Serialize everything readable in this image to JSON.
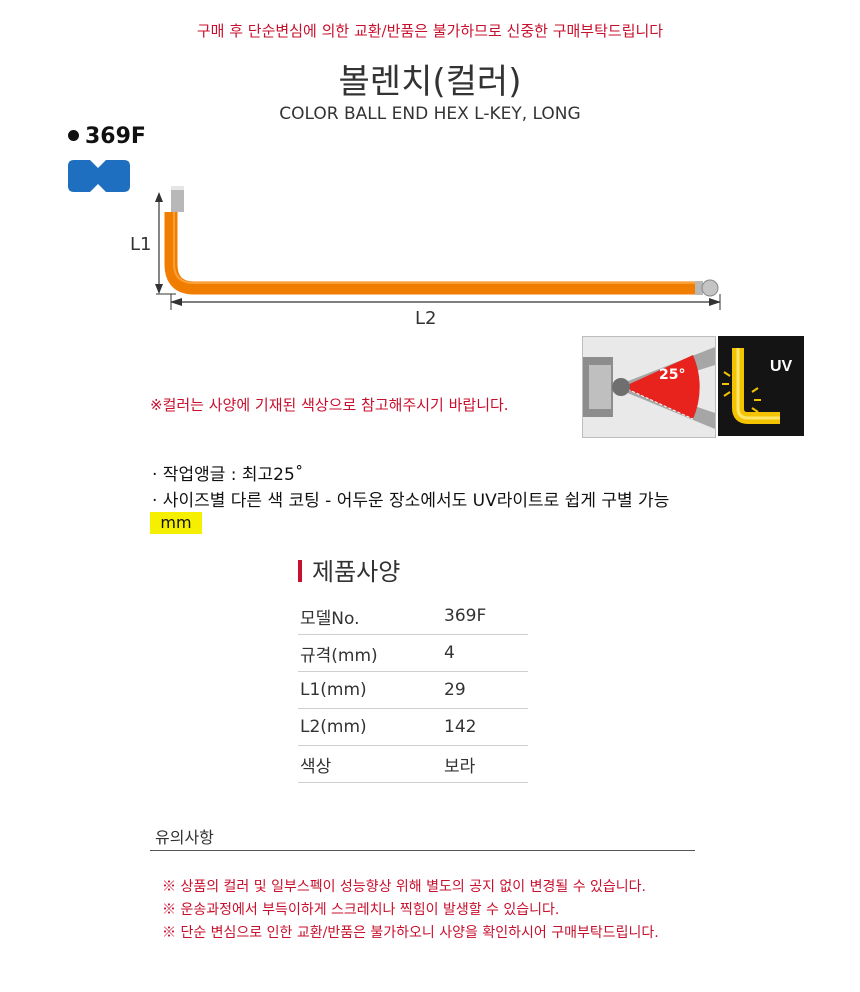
{
  "header": {
    "notice": "구매 후 단순변심에 의한 교환/반품은 불가하므로 신중한 구매부탁드립니다",
    "title": "볼렌치(컬러)",
    "subtitle": "COLOR BALL END HEX L-KEY, LONG"
  },
  "product": {
    "model_tag": "369F",
    "dimension_labels": {
      "l1": "L1",
      "l2": "L2"
    },
    "angle_label": "25°",
    "uv_label": "UV",
    "color_note": "※컬러는 사양에 기재된 색상으로 참고해주시기 바랍니다.",
    "wrench_color": "#f07d00",
    "icon_color": "#1e6fbf"
  },
  "features": [
    "· 작업앵글 : 최고25˚",
    "· 사이즈별 다른 색 코팅 - 어두운 장소에서도 UV라이트로 쉽게 구별 가능"
  ],
  "unit_badge": "mm",
  "spec": {
    "title": "제품사양",
    "rows": [
      {
        "key": "모델No.",
        "value": "369F"
      },
      {
        "key": "규격(mm)",
        "value": "4"
      },
      {
        "key": "L1(mm)",
        "value": "29"
      },
      {
        "key": "L2(mm)",
        "value": "142"
      },
      {
        "key": "색상",
        "value": "보라"
      }
    ]
  },
  "caution": {
    "title": "유의사항",
    "items": [
      "※ 상품의 컬러 및 일부스펙이 성능향상 위해 별도의 공지 없이 변경될 수 있습니다.",
      "※ 운송과정에서 부득이하게 스크레치나 찍힘이 발생할 수 있습니다.",
      "※ 단순 변심으로 인한 교환/반품은 불가하오니 사양을 확인하시어 구매부탁드립니다."
    ]
  }
}
